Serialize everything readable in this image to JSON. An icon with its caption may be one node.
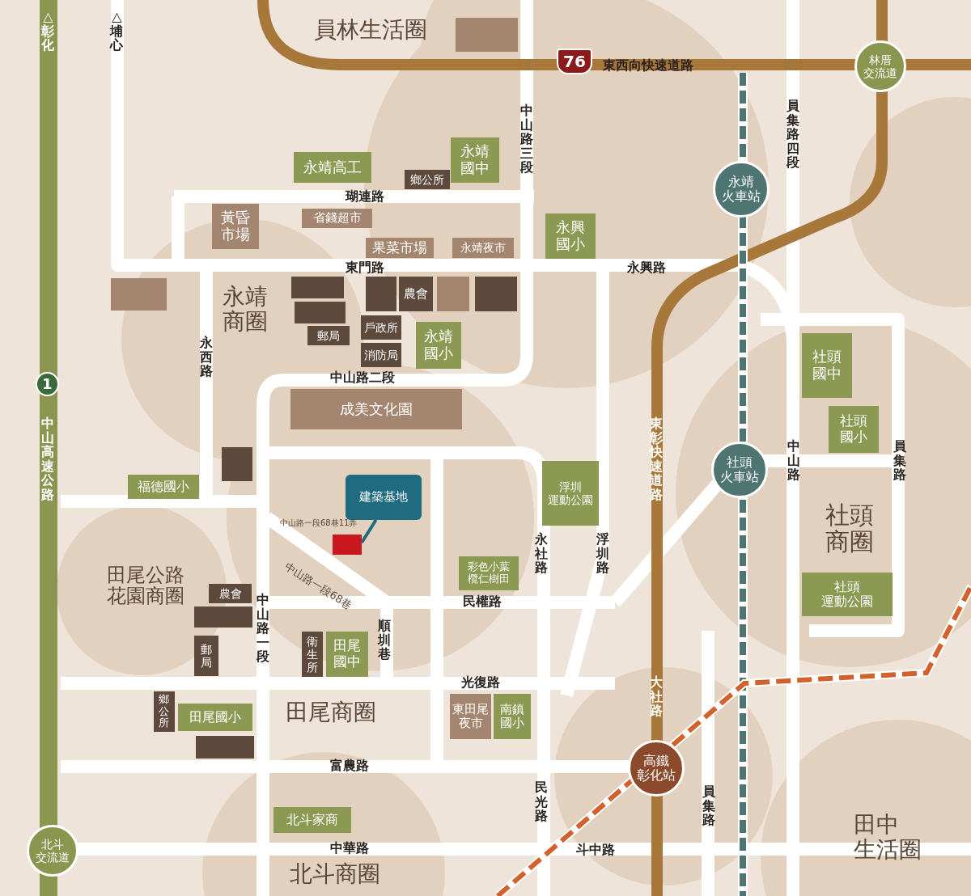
{
  "diagram": {
    "nodes": [
      {
        "text": [],
        "shape": "box"
      },
      {
        "text": [
          "林厝交流道"
        ]
      },
      {
        "text": [
          "永靖高工"
        ]
      },
      {
        "text": [
          "鄉公所"
        ]
      },
      {
        "text": [
          "永靖國中"
        ]
      },
      {
        "text": [
          "永靖火車站"
        ]
      },
      {
        "text": [
          "黃昏市場"
        ]
      },
      {
        "text": [
          "省錢超市"
        ]
      },
      {
        "text": [
          "果菜市場"
        ]
      },
      {
        "text": [
          "永靖夜市"
        ]
      },
      {
        "text": [
          "永興國小"
        ]
      },
      {
        "text": [],
        "shape": "box"
      },
      {
        "text": [],
        "shape": "box"
      },
      {
        "text": [],
        "shape": "box"
      },
      {
        "text": [
          "農會"
        ]
      },
      {
        "text": [],
        "shape": "box"
      },
      {
        "text": [],
        "shape": "box"
      },
      {
        "text": [],
        "shape": "box"
      },
      {
        "text": [
          "郵局"
        ]
      },
      {
        "text": [
          "戶政所"
        ]
      },
      {
        "text": [
          "永靖國小"
        ]
      },
      {
        "text": [
          "消防局"
        ]
      },
      {
        "text": [
          "成美文化園"
        ]
      },
      {
        "text": [
          "社頭國中"
        ]
      },
      {
        "text": [
          "社頭國小"
        ]
      },
      {
        "text": [
          "社頭火車站"
        ]
      },
      {
        "text": [],
        "shape": "box"
      },
      {
        "text": [
          "福德國小"
        ]
      },
      {
        "text": [
          "建築基地"
        ]
      },
      {
        "text": [
          "浮圳運動公園"
        ]
      },
      {
        "text": [],
        "shape": "box"
      },
      {
        "text": [
          "彩色小葉欖仁樹田"
        ]
      },
      {
        "text": [
          "農會"
        ]
      },
      {
        "text": [],
        "shape": "box"
      },
      {
        "text": [
          "郵局"
        ]
      },
      {
        "text": [
          "衛生所"
        ]
      },
      {
        "text": [
          "田尾國中"
        ]
      },
      {
        "text": [
          "社頭運動公園"
        ]
      },
      {
        "text": [
          "東田尾夜市"
        ]
      },
      {
        "text": [
          "南鎮國小"
        ]
      },
      {
        "text": [
          "鄉公所"
        ]
      },
      {
        "text": [
          "田尾國小"
        ]
      },
      {
        "text": [],
        "shape": "box"
      },
      {
        "text": [
          "高鐵彰化站"
        ]
      },
      {
        "text": [
          "北斗家商"
        ]
      },
      {
        "text": [
          "北斗交流道"
        ]
      }
    ],
    "edges": [
      {
        "from": 28,
        "to": 30,
        "arrow": "none"
      }
    ],
    "labels": [
      "△彰化",
      "△埔心",
      "員林生活圈",
      "76",
      "東西向快速道路",
      "中山路三段",
      "員集路四段",
      "瑚連路",
      "東門路",
      "永興路",
      "永靖商圈",
      "永西路",
      "中山路二段",
      "1",
      "中山高速公路",
      "東彰快速道路",
      "中山路",
      "員集路",
      "社頭商圈",
      "中山路一段68巷11弄",
      "中山路一段68巷",
      "永社路",
      "浮圳路",
      "田尾公路花園商圈",
      "中山路一段",
      "民權路",
      "順圳巷",
      "光復路",
      "大社路",
      "田尾商圈",
      "富農路",
      "民光路",
      "員集路",
      "田中生活圈",
      "中華路",
      "斗中路",
      "北斗商圈"
    ]
  }
}
